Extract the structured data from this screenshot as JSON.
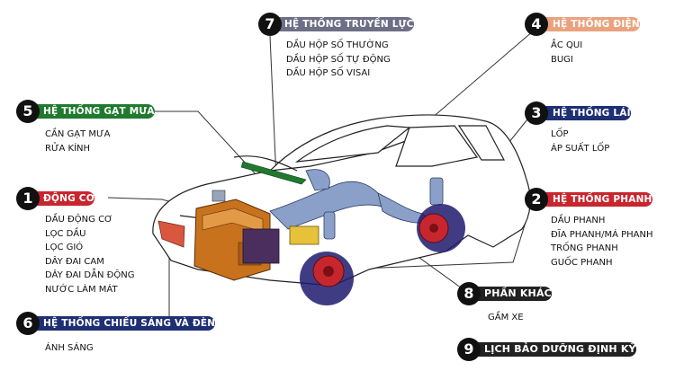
{
  "colors": {
    "engine": "#c8262e",
    "brake": "#c8262e",
    "steering": "#1e2f73",
    "lighting": "#1e2f73",
    "wiper": "#1f7a2e",
    "electrical": "#e9a27e",
    "transmission": "#6e6e86",
    "other": "#222222",
    "maintenance": "#222222"
  },
  "systems": {
    "engine": {
      "number": "1",
      "title": "ĐỘNG CƠ",
      "items": [
        "DẦU ĐỘNG CƠ",
        "LỌC DẦU",
        "LỌC GIÓ",
        "DÂY ĐAI CAM",
        "DÂY ĐAI DẪN ĐỘNG",
        "NƯỚC LÀM MÁT"
      ]
    },
    "brake": {
      "number": "2",
      "title": "HỆ THỐNG PHANH",
      "items": [
        "DẦU PHANH",
        "ĐĨA PHANH/MÁ PHANH",
        "TRỐNG PHANH",
        "GUỐC PHANH"
      ]
    },
    "steering": {
      "number": "3",
      "title": "HỆ THỐNG LÁI",
      "items": [
        "LỐP",
        "ÁP SUẤT LỐP"
      ]
    },
    "electrical": {
      "number": "4",
      "title": "HỆ THỐNG ĐIỆN",
      "items": [
        "ẮC QUI",
        "BUGI"
      ]
    },
    "wiper": {
      "number": "5",
      "title": "HỆ THỐNG GẠT MƯA",
      "items": [
        "CẦN GẠT MƯA",
        "RỬA KÍNH"
      ]
    },
    "lighting": {
      "number": "6",
      "title": "HỆ THỐNG CHIẾU SÁNG VÀ ĐÈN",
      "items": [
        "ÁNH SÁNG"
      ]
    },
    "transmission": {
      "number": "7",
      "title": "HỆ THỐNG TRUYỀN LỰC",
      "items": [
        "DẦU HỘP SỐ THƯỜNG",
        "DẦU HỘP SỐ TỰ ĐỘNG",
        "DẦU HỘP SỐ VISAI"
      ]
    },
    "other": {
      "number": "8",
      "title": "PHẦN KHÁC",
      "items": [
        "GẦM XE"
      ]
    },
    "maintenance": {
      "number": "9",
      "title": "LỊCH BẢO DƯỠNG ĐỊNH KỲ",
      "items": []
    }
  }
}
